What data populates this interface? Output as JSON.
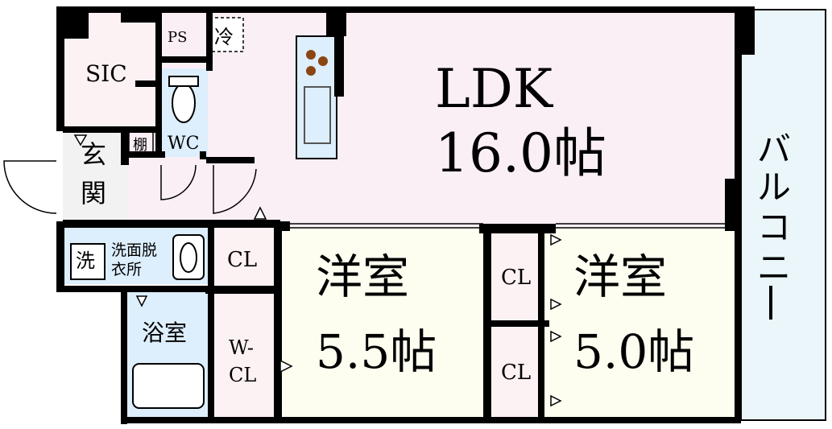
{
  "rooms": {
    "ldk": {
      "name": "LDK",
      "size": "16.0帖"
    },
    "western_a": {
      "name": "洋室",
      "size": "5.5帖"
    },
    "western_b": {
      "name": "洋室",
      "size": "5.0帖"
    },
    "sic": "SIC",
    "ps": "PS",
    "fridge": "冷",
    "wc": "WC",
    "shelf": "棚",
    "entrance": [
      "玄",
      "関"
    ],
    "washroom": [
      "洗面脱",
      "衣所"
    ],
    "washer": "洗",
    "bath": "浴室",
    "cl_hall": "CL",
    "wcl": [
      "W-",
      "CL"
    ],
    "cl_b_top": "CL",
    "cl_b_bottom": "CL",
    "balcony": [
      "バ",
      "ル",
      "コ",
      "ニ",
      "ー"
    ]
  },
  "colors": {
    "ldk_fill": "#FBEFF6",
    "western_fill": "#FEFEF0",
    "wet_fill": "#DDEEFC",
    "pink_fill": "#FCF1F3",
    "balcony_fill": "#EAF6FA",
    "wall": "#000000"
  }
}
